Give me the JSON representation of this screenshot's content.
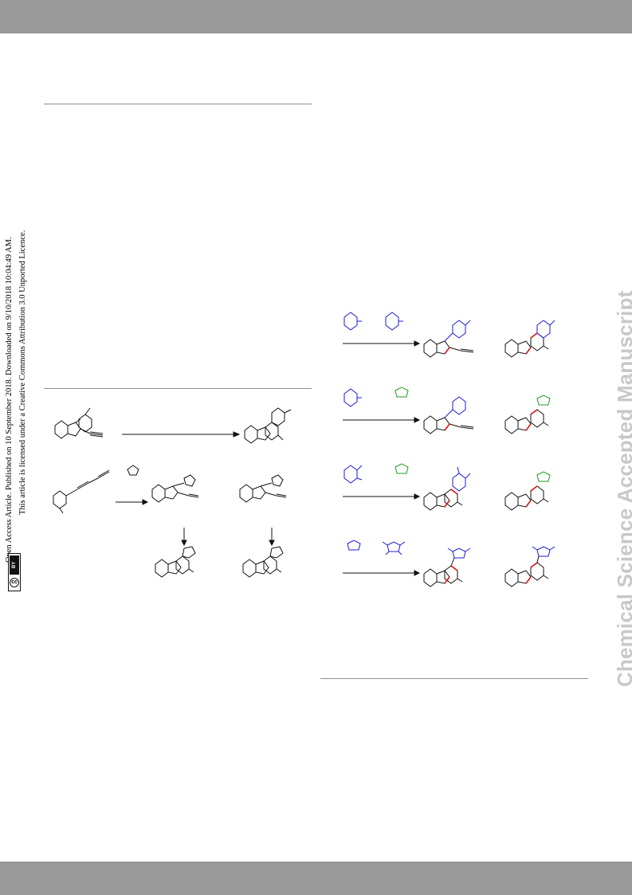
{
  "page": {
    "licence_line_1": "Open Access Article. Published on 10 September 2018. Downloaded on 9/10/2018 10:04:49 AM.",
    "licence_line_2": "This article is licensed under a Creative Commons Attribution 3.0 Unported Licence.",
    "cc_badge_label": "cc",
    "by_badge_label": "BY",
    "watermark": "Chemical Science Accepted Manuscript"
  },
  "colors": {
    "header_bar": "#9a9a9a",
    "rule": "#8f8f8f",
    "watermark": "#c8c8c8",
    "blue_fragment": "#1b1bd6",
    "green_fragment": "#1f9a1f",
    "red_bond": "#e01010"
  }
}
